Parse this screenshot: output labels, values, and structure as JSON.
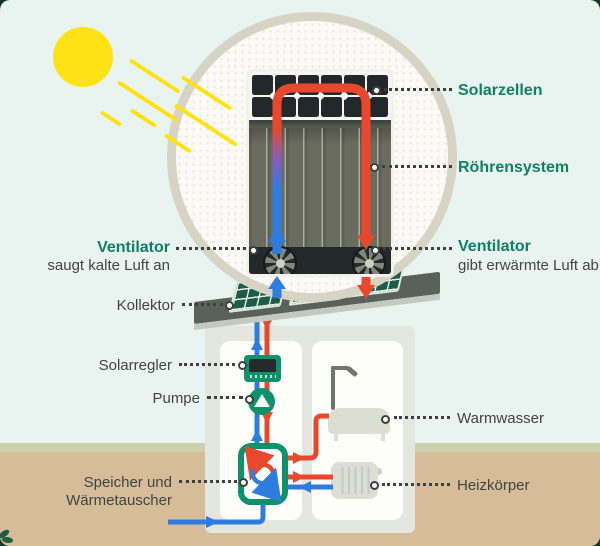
{
  "magnifier": {
    "solarzellen": "Solarzellen",
    "roehrensystem": "Röhrensystem",
    "ventilator_left": {
      "title": "Ventilator",
      "subtitle": "saugt kalte Luft an"
    },
    "ventilator_right": {
      "title": "Ventilator",
      "subtitle": "gibt erwärmte Luft ab"
    }
  },
  "house": {
    "kollektor": "Kollektor",
    "solarregler": "Solarregler",
    "pumpe": "Pumpe",
    "speicher_line1": "Speicher und",
    "speicher_line2": "Wärmetauscher",
    "warmwasser": "Warmwasser",
    "heizkoerper": "Heizkörper"
  },
  "colors": {
    "label_teal": "#0e8066",
    "label_dark": "#3e4643",
    "pipe_hot": "#e8492c",
    "pipe_cold": "#2e7ce0",
    "device_green": "#0f916c",
    "sun_yellow": "#ffe215",
    "sky_mint": "#e9f4f0",
    "ground_tan": "#d6bc99",
    "grass_olive": "#cdd1ab",
    "roof_gray": "#59615d",
    "panel_green": "#1e5c49"
  }
}
